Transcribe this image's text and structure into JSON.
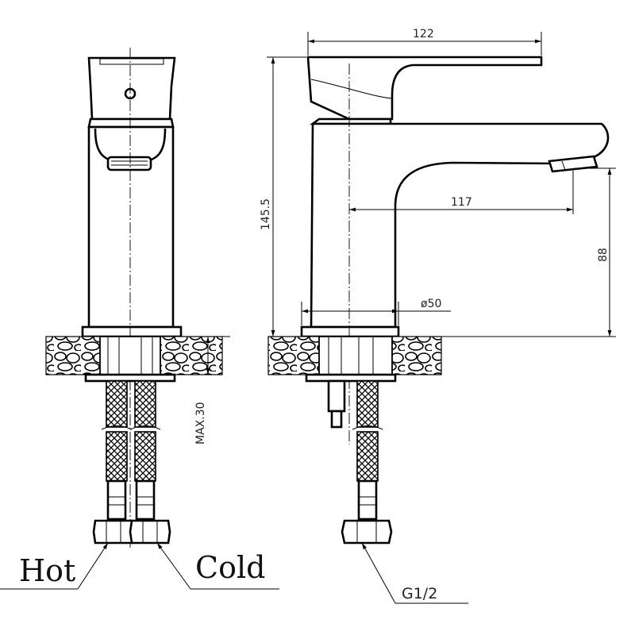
{
  "dimensions": {
    "spout_width": "122",
    "spout_reach": "117",
    "total_height": "145.5",
    "spout_height": "88",
    "base_diameter": "ø50",
    "max_thickness": "MAX.30"
  },
  "labels": {
    "hot": "Hot",
    "cold": "Cold",
    "thread": "G1/2"
  },
  "colors": {
    "line": "#000000",
    "background": "#ffffff"
  }
}
